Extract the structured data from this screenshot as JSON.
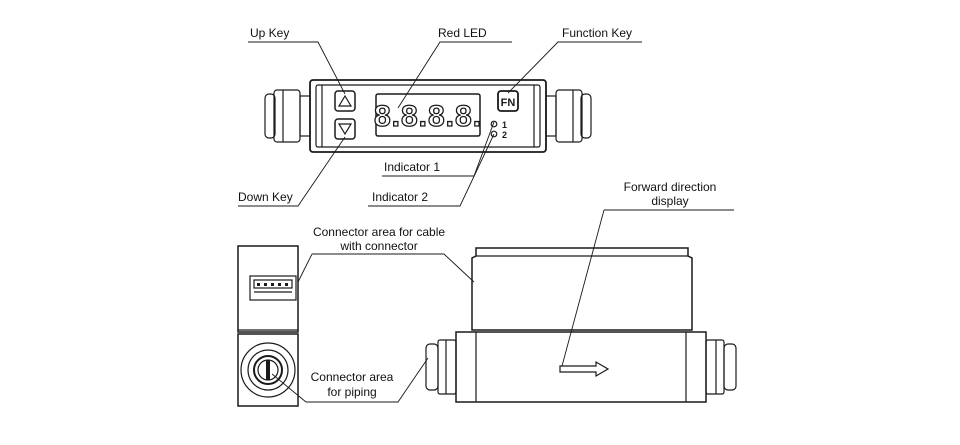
{
  "labels": {
    "up_key": "Up Key",
    "red_led": "Red LED",
    "function_key": "Function Key",
    "indicator_1": "Indicator 1",
    "indicator_2": "Indicator 2",
    "down_key": "Down Key",
    "forward_direction": "Forward direction",
    "forward_display": "display",
    "connector_cable_1": "Connector area for cable",
    "connector_cable_2": "with connector",
    "connector_piping_1": "Connector area",
    "connector_piping_2": "for piping"
  },
  "device": {
    "led_digits": "8.8.8.8.",
    "fn_key": "FN",
    "indicator_num_1": "1",
    "indicator_num_2": "2"
  },
  "colors": {
    "line": "#1a1a1a",
    "background": "#ffffff"
  }
}
